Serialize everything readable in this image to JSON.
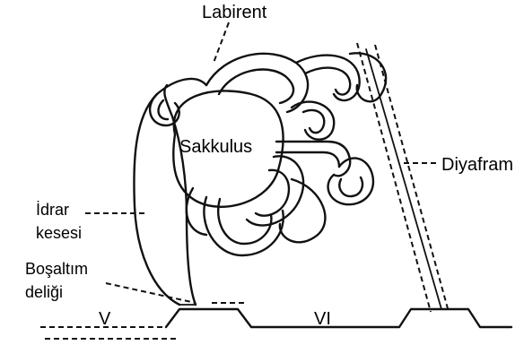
{
  "labels": {
    "labyrinth": "Labirent",
    "saccule": "Sakkulus",
    "diaphragm": "Diyafram",
    "bladder_line1": "İdrar",
    "bladder_line2": "kesesi",
    "pore_line1": "Boşaltım",
    "pore_line2": "deliği",
    "segment_left": "V",
    "segment_right": "VI"
  }
}
